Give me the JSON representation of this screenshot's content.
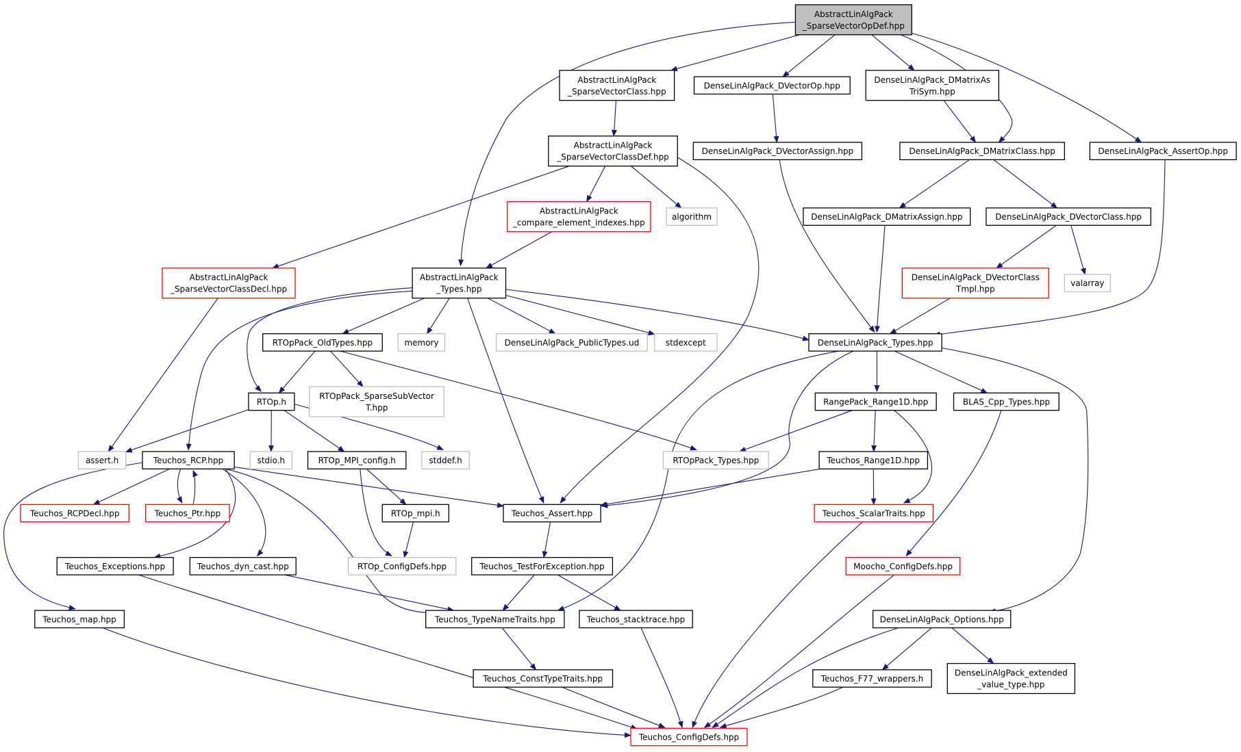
{
  "colors": {
    "edge": "#191970",
    "normal_border": "#000000",
    "missing_border": "#bfbfbf",
    "incomplete_border": "#ff0000",
    "root_fill": "#bfbfbf",
    "fill": "#ffffff",
    "text": "#000000"
  },
  "nodes": [
    {
      "id": "n0",
      "lines": [
        "AbstractLinAlgPack",
        "_SparseVectorOpDef.hpp"
      ],
      "style": "root"
    },
    {
      "id": "n1",
      "lines": [
        "AbstractLinAlgPack",
        "_SparseVectorClass.hpp"
      ],
      "style": "normal"
    },
    {
      "id": "n2",
      "lines": [
        "DenseLinAlgPack_DVectorOp.hpp"
      ],
      "style": "normal"
    },
    {
      "id": "n3",
      "lines": [
        "DenseLinAlgPack_DMatrixAs",
        "TriSym.hpp"
      ],
      "style": "normal"
    },
    {
      "id": "n4",
      "lines": [
        "AbstractLinAlgPack",
        "_SparseVectorClassDef.hpp"
      ],
      "style": "normal"
    },
    {
      "id": "n5",
      "lines": [
        "DenseLinAlgPack_DVectorAssign.hpp"
      ],
      "style": "normal"
    },
    {
      "id": "n6",
      "lines": [
        "DenseLinAlgPack_DMatrixClass.hpp"
      ],
      "style": "normal"
    },
    {
      "id": "n7",
      "lines": [
        "DenseLinAlgPack_AssertOp.hpp"
      ],
      "style": "normal"
    },
    {
      "id": "n8",
      "lines": [
        "AbstractLinAlgPack",
        "_compare_element_indexes.hpp"
      ],
      "style": "incomplete"
    },
    {
      "id": "n9",
      "lines": [
        "algorithm"
      ],
      "style": "missing"
    },
    {
      "id": "n10",
      "lines": [
        "DenseLinAlgPack_DMatrixAssign.hpp"
      ],
      "style": "normal"
    },
    {
      "id": "n11",
      "lines": [
        "DenseLinAlgPack_DVectorClass.hpp"
      ],
      "style": "normal"
    },
    {
      "id": "n12",
      "lines": [
        "AbstractLinAlgPack",
        "_SparseVectorClassDecl.hpp"
      ],
      "style": "incomplete"
    },
    {
      "id": "n13",
      "lines": [
        "AbstractLinAlgPack",
        "_Types.hpp"
      ],
      "style": "normal"
    },
    {
      "id": "n14",
      "lines": [
        "DenseLinAlgPack_DVectorClass",
        "Tmpl.hpp"
      ],
      "style": "incomplete"
    },
    {
      "id": "n15",
      "lines": [
        "valarray"
      ],
      "style": "missing"
    },
    {
      "id": "n16",
      "lines": [
        "RTOpPack_OldTypes.hpp"
      ],
      "style": "normal"
    },
    {
      "id": "n17",
      "lines": [
        "memory"
      ],
      "style": "missing"
    },
    {
      "id": "n18",
      "lines": [
        "DenseLinAlgPack_PublicTypes.ud"
      ],
      "style": "missing"
    },
    {
      "id": "n19",
      "lines": [
        "stdexcept"
      ],
      "style": "missing"
    },
    {
      "id": "n20",
      "lines": [
        "DenseLinAlgPack_Types.hpp"
      ],
      "style": "normal"
    },
    {
      "id": "n21",
      "lines": [
        "RTOp.h"
      ],
      "style": "normal"
    },
    {
      "id": "n22",
      "lines": [
        "RTOpPack_SparseSubVector",
        "T.hpp"
      ],
      "style": "missing"
    },
    {
      "id": "n23",
      "lines": [
        "RangePack_Range1D.hpp"
      ],
      "style": "normal"
    },
    {
      "id": "n24",
      "lines": [
        "BLAS_Cpp_Types.hpp"
      ],
      "style": "normal"
    },
    {
      "id": "n25",
      "lines": [
        "assert.h"
      ],
      "style": "missing"
    },
    {
      "id": "n26",
      "lines": [
        "Teuchos_RCP.hpp"
      ],
      "style": "normal"
    },
    {
      "id": "n27",
      "lines": [
        "stdio.h"
      ],
      "style": "missing"
    },
    {
      "id": "n28",
      "lines": [
        "RTOp_MPI_config.h"
      ],
      "style": "normal"
    },
    {
      "id": "n29",
      "lines": [
        "stddef.h"
      ],
      "style": "missing"
    },
    {
      "id": "n30",
      "lines": [
        "RTOpPack_Types.hpp"
      ],
      "style": "missing"
    },
    {
      "id": "n31",
      "lines": [
        "Teuchos_Range1D.hpp"
      ],
      "style": "normal"
    },
    {
      "id": "n32",
      "lines": [
        "Teuchos_RCPDecl.hpp"
      ],
      "style": "incomplete"
    },
    {
      "id": "n33",
      "lines": [
        "Teuchos_Ptr.hpp"
      ],
      "style": "incomplete"
    },
    {
      "id": "n34",
      "lines": [
        "RTOp_mpi.h"
      ],
      "style": "normal"
    },
    {
      "id": "n35",
      "lines": [
        "Teuchos_Assert.hpp"
      ],
      "style": "normal"
    },
    {
      "id": "n36",
      "lines": [
        "Teuchos_ScalarTraits.hpp"
      ],
      "style": "incomplete"
    },
    {
      "id": "n37",
      "lines": [
        "Teuchos_Exceptions.hpp"
      ],
      "style": "normal"
    },
    {
      "id": "n38",
      "lines": [
        "Teuchos_dyn_cast.hpp"
      ],
      "style": "normal"
    },
    {
      "id": "n39",
      "lines": [
        "RTOp_ConfigDefs.hpp"
      ],
      "style": "missing"
    },
    {
      "id": "n40",
      "lines": [
        "Teuchos_TestForException.hpp"
      ],
      "style": "normal"
    },
    {
      "id": "n41",
      "lines": [
        "Moocho_ConfigDefs.hpp"
      ],
      "style": "incomplete"
    },
    {
      "id": "n42",
      "lines": [
        "Teuchos_map.hpp"
      ],
      "style": "normal"
    },
    {
      "id": "n43",
      "lines": [
        "Teuchos_TypeNameTraits.hpp"
      ],
      "style": "normal"
    },
    {
      "id": "n44",
      "lines": [
        "Teuchos_stacktrace.hpp"
      ],
      "style": "normal"
    },
    {
      "id": "n45",
      "lines": [
        "DenseLinAlgPack_Options.hpp"
      ],
      "style": "normal"
    },
    {
      "id": "n46",
      "lines": [
        "Teuchos_ConstTypeTraits.hpp"
      ],
      "style": "normal"
    },
    {
      "id": "n47",
      "lines": [
        "Teuchos_F77_wrappers.h"
      ],
      "style": "normal"
    },
    {
      "id": "n48",
      "lines": [
        "DenseLinAlgPack_extended",
        "_value_type.hpp"
      ],
      "style": "normal"
    },
    {
      "id": "n49",
      "lines": [
        "Teuchos_ConfigDefs.hpp"
      ],
      "style": "incomplete"
    }
  ],
  "edges": [
    [
      "n0",
      "n1"
    ],
    [
      "n0",
      "n2"
    ],
    [
      "n0",
      "n3"
    ],
    [
      "n0",
      "n6"
    ],
    [
      "n0",
      "n7"
    ],
    [
      "n0",
      "n13"
    ],
    [
      "n1",
      "n4"
    ],
    [
      "n2",
      "n5"
    ],
    [
      "n3",
      "n6"
    ],
    [
      "n4",
      "n8"
    ],
    [
      "n4",
      "n9"
    ],
    [
      "n4",
      "n12"
    ],
    [
      "n4",
      "n35"
    ],
    [
      "n5",
      "n20"
    ],
    [
      "n6",
      "n10"
    ],
    [
      "n6",
      "n11"
    ],
    [
      "n7",
      "n20"
    ],
    [
      "n8",
      "n13"
    ],
    [
      "n10",
      "n20"
    ],
    [
      "n11",
      "n14"
    ],
    [
      "n11",
      "n15"
    ],
    [
      "n12",
      "n25"
    ],
    [
      "n13",
      "n16"
    ],
    [
      "n13",
      "n17"
    ],
    [
      "n13",
      "n18"
    ],
    [
      "n13",
      "n19"
    ],
    [
      "n13",
      "n20"
    ],
    [
      "n13",
      "n21"
    ],
    [
      "n13",
      "n26"
    ],
    [
      "n13",
      "n35"
    ],
    [
      "n14",
      "n20"
    ],
    [
      "n16",
      "n21"
    ],
    [
      "n16",
      "n22"
    ],
    [
      "n16",
      "n30"
    ],
    [
      "n20",
      "n23"
    ],
    [
      "n20",
      "n24"
    ],
    [
      "n20",
      "n35"
    ],
    [
      "n20",
      "n43"
    ],
    [
      "n20",
      "n45"
    ],
    [
      "n21",
      "n25"
    ],
    [
      "n21",
      "n27"
    ],
    [
      "n21",
      "n28"
    ],
    [
      "n21",
      "n29"
    ],
    [
      "n23",
      "n30"
    ],
    [
      "n23",
      "n31"
    ],
    [
      "n23",
      "n36"
    ],
    [
      "n24",
      "n41"
    ],
    [
      "n26",
      "n32"
    ],
    [
      "n26",
      "n33"
    ],
    [
      "n26",
      "n35"
    ],
    [
      "n26",
      "n37"
    ],
    [
      "n26",
      "n38"
    ],
    [
      "n26",
      "n42"
    ],
    [
      "n26",
      "n43"
    ],
    [
      "n28",
      "n34"
    ],
    [
      "n28",
      "n39"
    ],
    [
      "n31",
      "n35"
    ],
    [
      "n31",
      "n36"
    ],
    [
      "n33",
      "n26"
    ],
    [
      "n34",
      "n39"
    ],
    [
      "n35",
      "n40"
    ],
    [
      "n36",
      "n49"
    ],
    [
      "n37",
      "n49"
    ],
    [
      "n38",
      "n43"
    ],
    [
      "n40",
      "n43"
    ],
    [
      "n40",
      "n44"
    ],
    [
      "n41",
      "n49"
    ],
    [
      "n42",
      "n49"
    ],
    [
      "n43",
      "n46"
    ],
    [
      "n44",
      "n49"
    ],
    [
      "n45",
      "n47"
    ],
    [
      "n45",
      "n48"
    ],
    [
      "n45",
      "n49"
    ],
    [
      "n46",
      "n49"
    ],
    [
      "n47",
      "n49"
    ]
  ]
}
